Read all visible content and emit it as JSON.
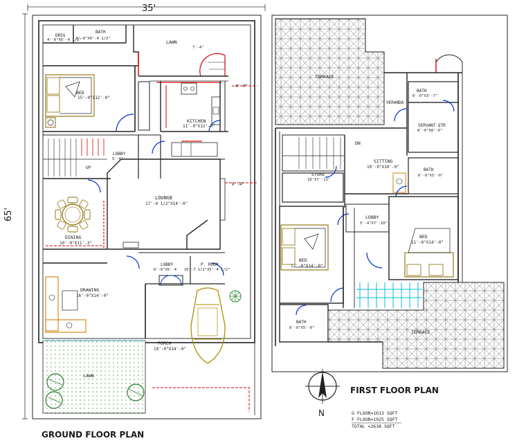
{
  "ground": {
    "dim_width": "35'",
    "dim_depth": "65'",
    "title": "GROUND FLOOR PLAN",
    "rooms": {
      "dress": {
        "name": "DRSS",
        "size": "4'-0\"X6'-4 1/2\""
      },
      "bath": {
        "name": "BATH",
        "size": "6'-0\"X6'-4 1/2\""
      },
      "lawn_top": {
        "name": "LAWN"
      },
      "bed": {
        "name": "BED",
        "size": "15'-0\"X12'-0\""
      },
      "kitchen": {
        "name": "KITCHEN",
        "size": "11'-0\"X12'-0\""
      },
      "lobby": {
        "name": "LOBBY",
        "size": "5'-6\""
      },
      "up": {
        "name": "UP"
      },
      "lounge": {
        "name": "LOUNGE",
        "size": "17'-4 1/2\"X14'-0\""
      },
      "dining": {
        "name": "DINING",
        "size": "10'-0\"X11'-3\""
      },
      "lobby2": {
        "name": "LOBBY",
        "size": "6'-0\"X5'-4"
      },
      "powder": {
        "name": "P. ROOM",
        "size": "10'-7 1/2\"X5'-4 1/2\""
      },
      "drawing": {
        "name": "DRAWING",
        "size": "16'-0\"X14'-0\""
      },
      "porch": {
        "name": "PORCH",
        "size": "19'-0\"X14'-0\""
      },
      "lawn_bottom": {
        "name": "LAWN"
      }
    },
    "marks": {
      "m1": "7'-4\"",
      "m2": "4'-0\"",
      "m3": "6'-4\""
    }
  },
  "first": {
    "title": "FIRST FLOOR PLAN",
    "rooms": {
      "terrace_top": {
        "name": "TERRACE"
      },
      "veranda": {
        "name": "VERANDA"
      },
      "bath1": {
        "name": "BATH",
        "size": "6'-0\"X3'-7\""
      },
      "servant": {
        "name": "SERVANT QTR",
        "size": "8'-0\"X8'-0\""
      },
      "dn": {
        "name": "DN"
      },
      "sitting": {
        "name": "SITTING",
        "size": "10'-0\"X10'-0\""
      },
      "store": {
        "name": "STORE",
        "size": "10'X7'-11\""
      },
      "bath2": {
        "name": "BATH",
        "size": "6'-0\"X5'-0\""
      },
      "lobby": {
        "name": "LOBBY",
        "size": "5'-4\"X7'-10\""
      },
      "bed_right": {
        "name": "BED",
        "size": "11'-0\"X14'-0\""
      },
      "bed_left": {
        "name": "BED",
        "size": "12'-0\"X14'-0\""
      },
      "bath3": {
        "name": "BATH",
        "size": "6'-0\"X5'-0\""
      },
      "terrace_bottom": {
        "name": "TERRACE"
      }
    },
    "north": "N"
  },
  "area": {
    "g_floor": "G FLOOR=1613 SQFT",
    "f_floor": "F FLOOR=1025 SQFT",
    "total": "TOTAL    =2638 SQFT"
  }
}
